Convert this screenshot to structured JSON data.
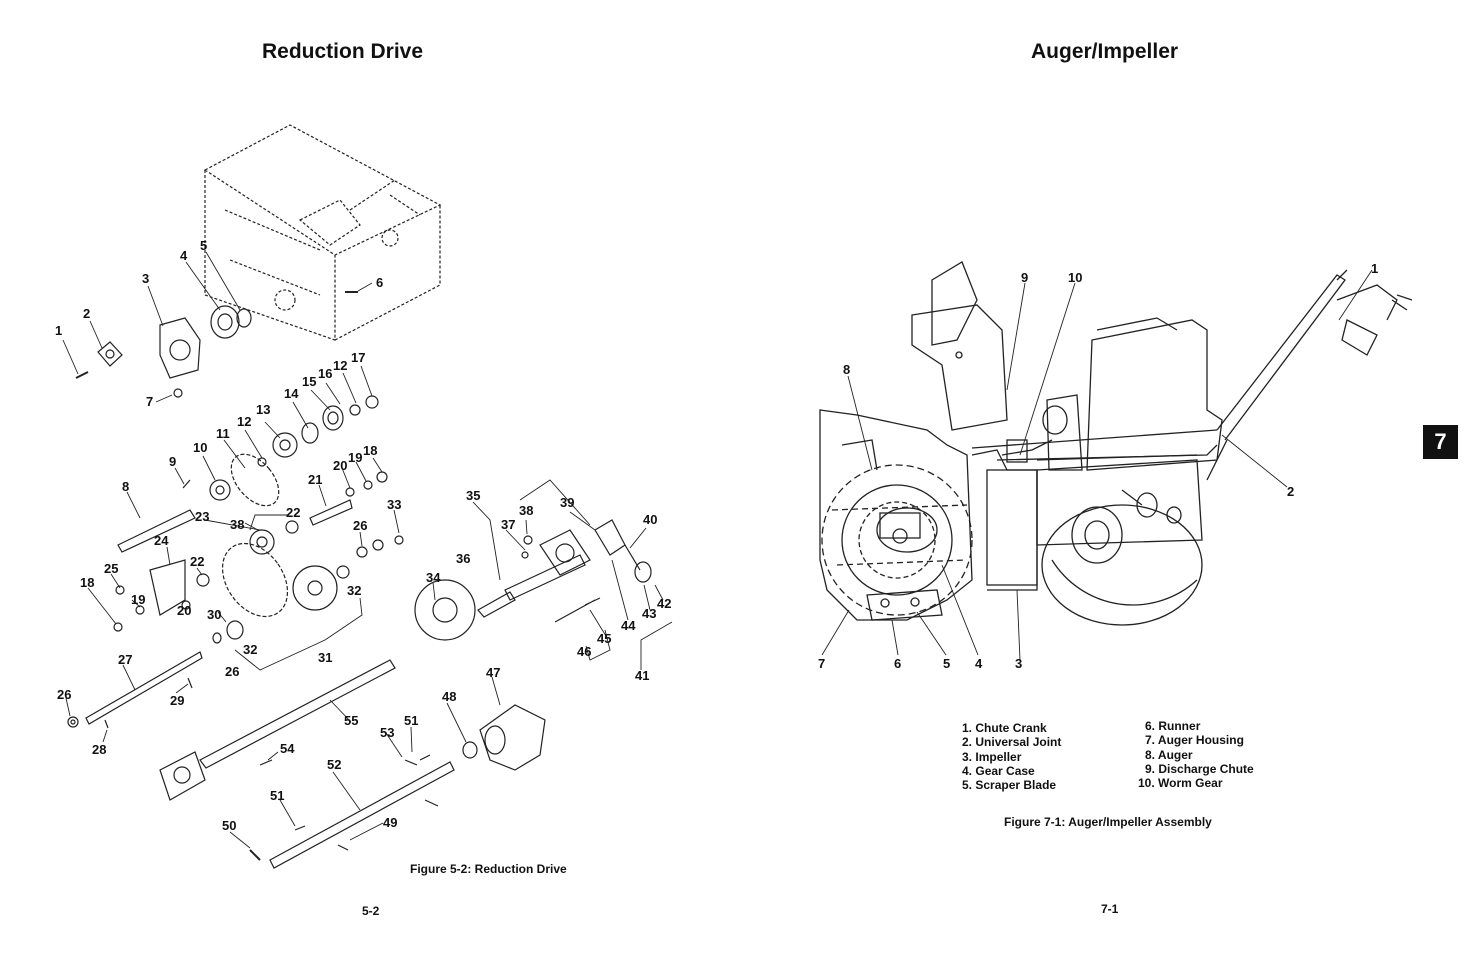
{
  "left_page": {
    "title": "Reduction Drive",
    "caption": "Figure 5-2: Reduction Drive",
    "page_number": "5-2",
    "callouts": [
      "1",
      "2",
      "3",
      "4",
      "5",
      "6",
      "7",
      "8",
      "9",
      "10",
      "11",
      "12",
      "12",
      "13",
      "14",
      "15",
      "16",
      "17",
      "18",
      "18",
      "19",
      "19",
      "20",
      "20",
      "21",
      "22",
      "22",
      "23",
      "24",
      "25",
      "26",
      "26",
      "26",
      "27",
      "28",
      "29",
      "30",
      "31",
      "32",
      "32",
      "33",
      "34",
      "35",
      "36",
      "37",
      "38",
      "38",
      "39",
      "40",
      "41",
      "42",
      "43",
      "44",
      "45",
      "46",
      "47",
      "48",
      "49",
      "50",
      "51",
      "51",
      "52",
      "53",
      "54",
      "55"
    ]
  },
  "right_page": {
    "title": "Auger/Impeller",
    "caption": "Figure 7-1: Auger/Impeller Assembly",
    "page_number": "7-1",
    "section_tab": "7",
    "callouts": [
      "1",
      "2",
      "3",
      "4",
      "5",
      "6",
      "7",
      "8",
      "9",
      "10"
    ],
    "legend": [
      {
        "num": "1.",
        "name": "Chute Crank"
      },
      {
        "num": "2.",
        "name": "Universal Joint"
      },
      {
        "num": "3.",
        "name": "Impeller"
      },
      {
        "num": "4.",
        "name": "Gear Case"
      },
      {
        "num": "5.",
        "name": "Scraper Blade"
      },
      {
        "num": "6.",
        "name": "Runner"
      },
      {
        "num": "7.",
        "name": "Auger Housing"
      },
      {
        "num": "8.",
        "name": "Auger"
      },
      {
        "num": "9.",
        "name": "Discharge Chute"
      },
      {
        "num": "10.",
        "name": "Worm Gear"
      }
    ]
  }
}
